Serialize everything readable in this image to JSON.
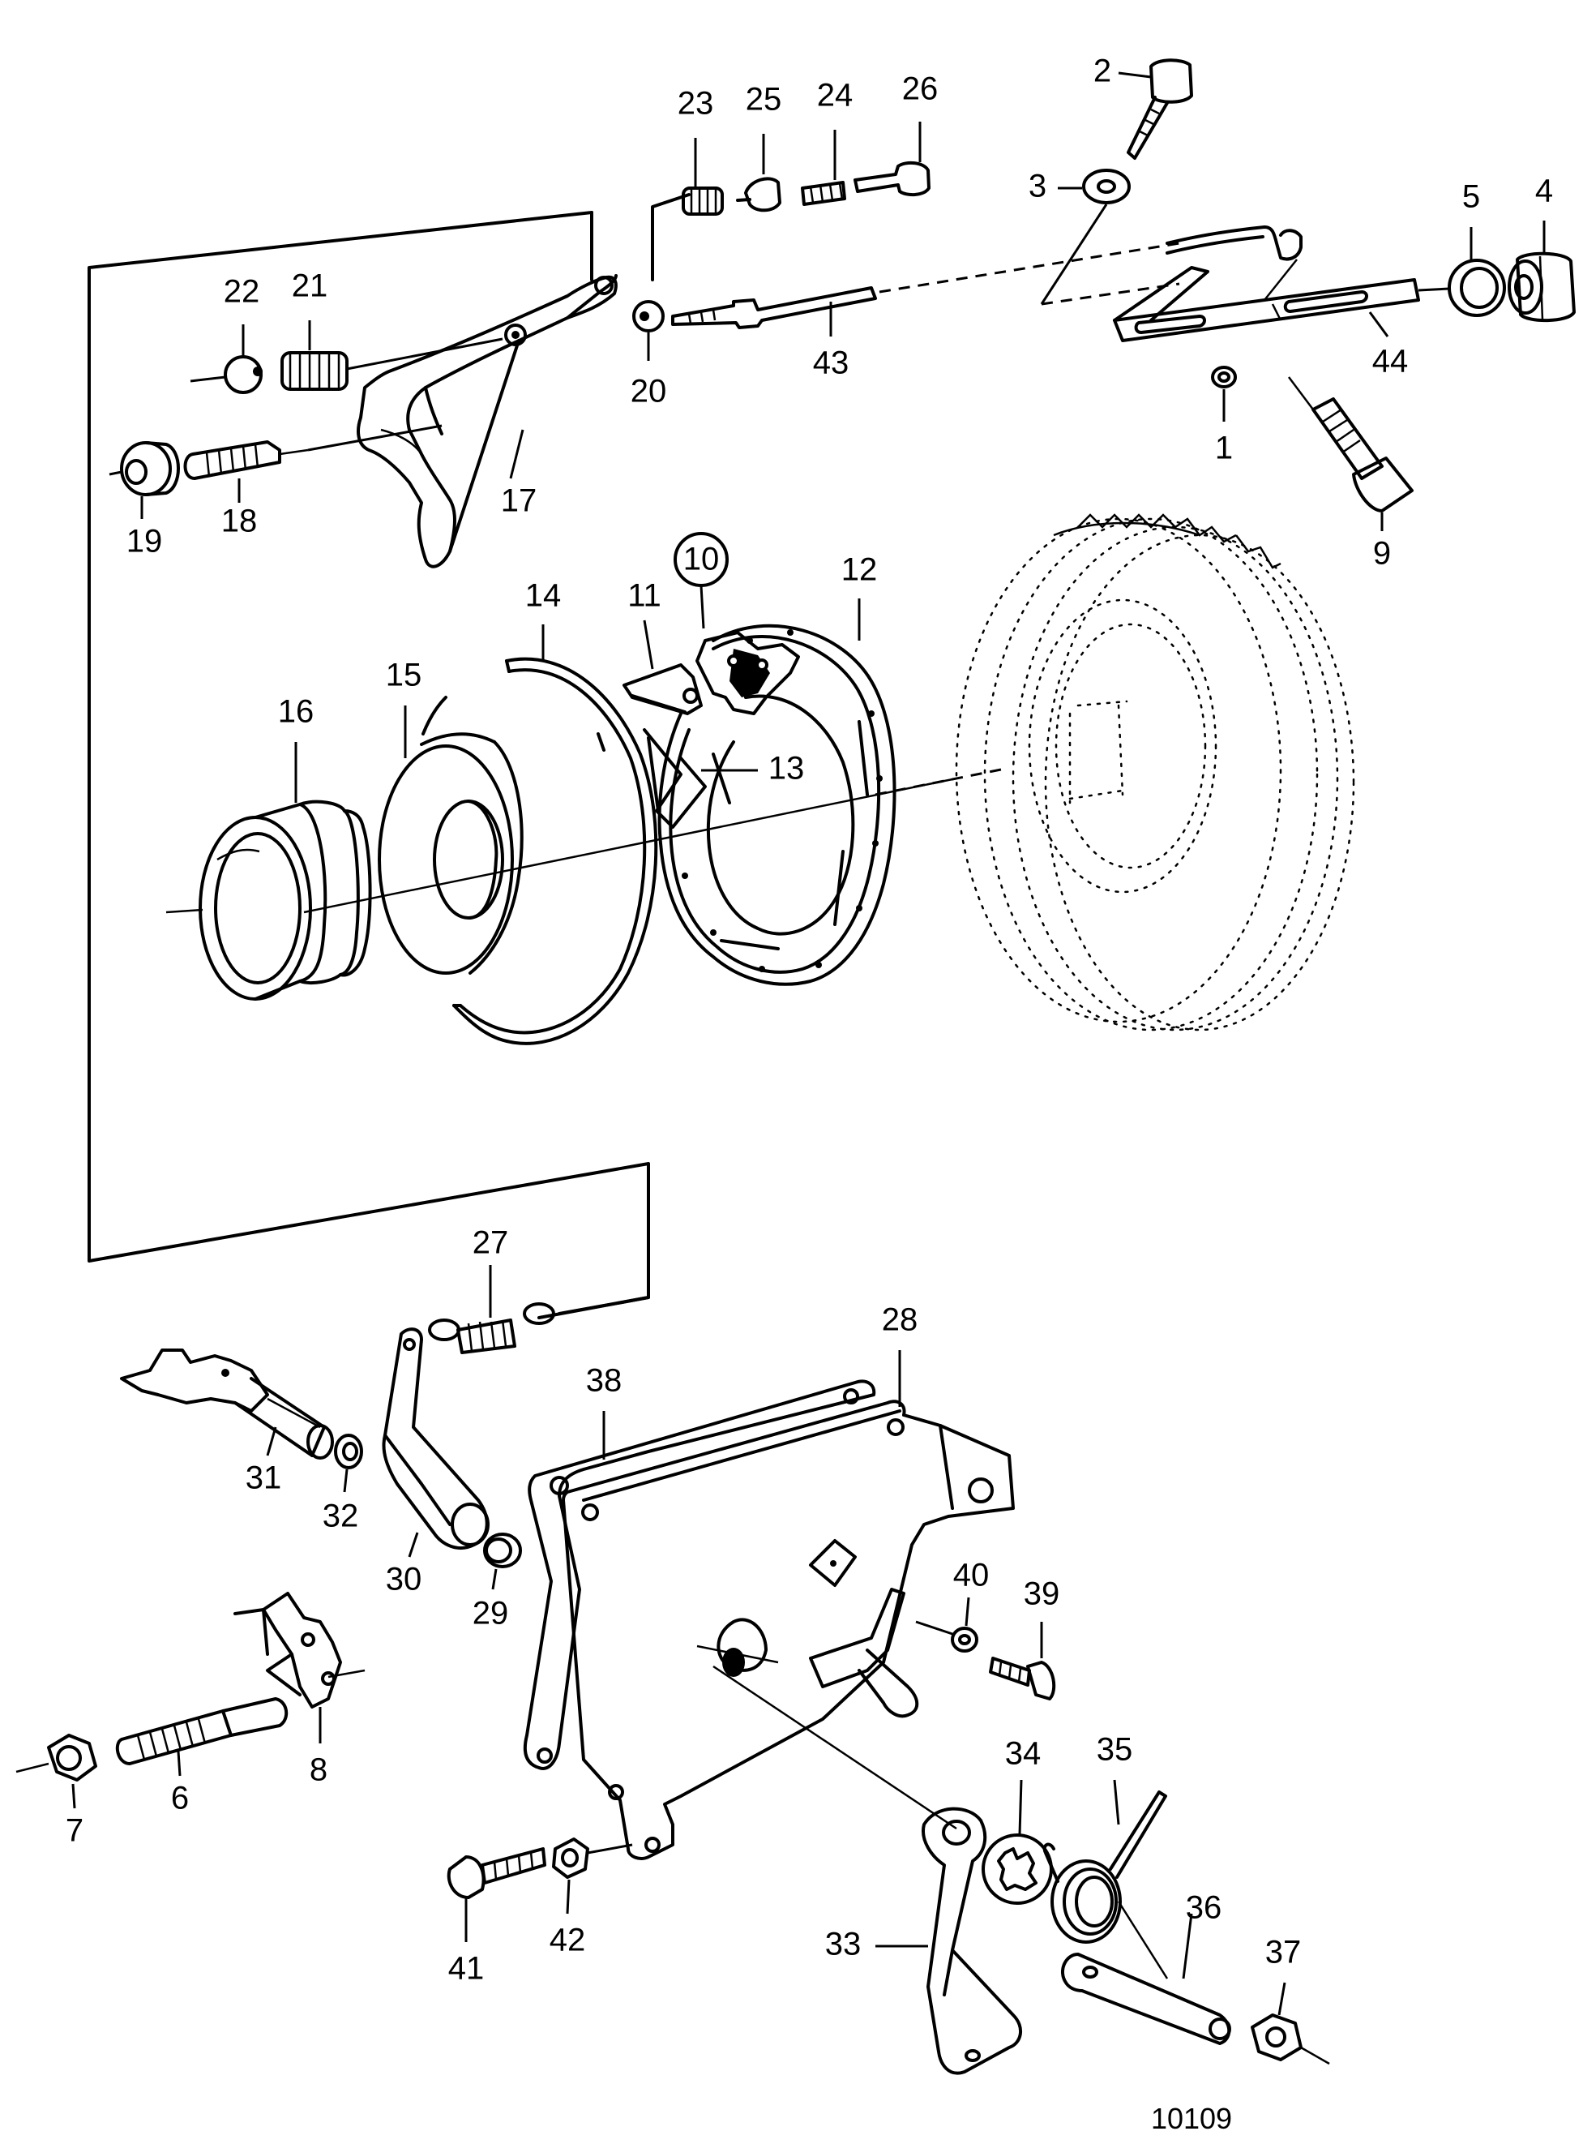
{
  "figure_number": "10109",
  "labels": {
    "p1": "1",
    "p2": "2",
    "p3": "3",
    "p4": "4",
    "p5": "5",
    "p6": "6",
    "p7": "7",
    "p8": "8",
    "p9": "9",
    "p10": "10",
    "p11": "11",
    "p12": "12",
    "p13": "13",
    "p14": "14",
    "p15": "15",
    "p16": "16",
    "p17": "17",
    "p18": "18",
    "p19": "19",
    "p20": "20",
    "p21": "21",
    "p22": "22",
    "p23": "23",
    "p24": "24",
    "p25": "25",
    "p26": "26",
    "p27": "27",
    "p28": "28",
    "p29": "29",
    "p30": "30",
    "p31": "31",
    "p32": "32",
    "p33": "33",
    "p34": "34",
    "p35": "35",
    "p36": "36",
    "p37": "37",
    "p38": "38",
    "p39": "39",
    "p40": "40",
    "p41": "41",
    "p42": "42",
    "p43": "43",
    "p44": "44"
  },
  "circled_label": "p10"
}
